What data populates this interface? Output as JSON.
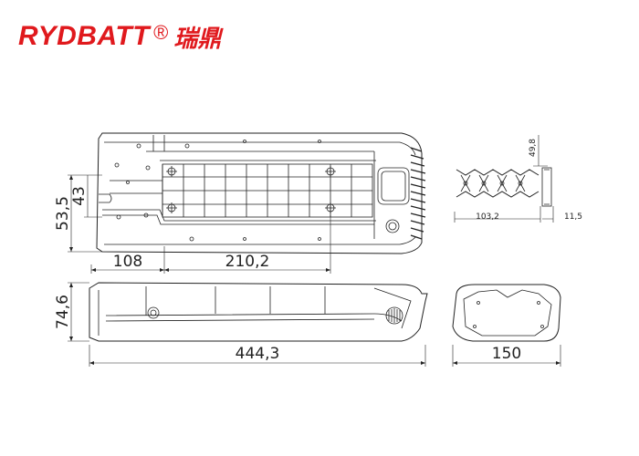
{
  "logo": {
    "brand": "RYDBATT",
    "registered": "®",
    "chinese": "瑞鼎"
  },
  "dimensions": {
    "top_height_1": "53,5",
    "top_height_2": "43",
    "top_len_left": "108",
    "top_len_right": "210,2",
    "conn_height": "49,8",
    "conn_width": "103,2",
    "conn_depth": "11,5",
    "side_height": "74,6",
    "side_length": "444,3",
    "end_width": "150"
  },
  "colors": {
    "brand": "#e0191d",
    "line": "#222222"
  }
}
